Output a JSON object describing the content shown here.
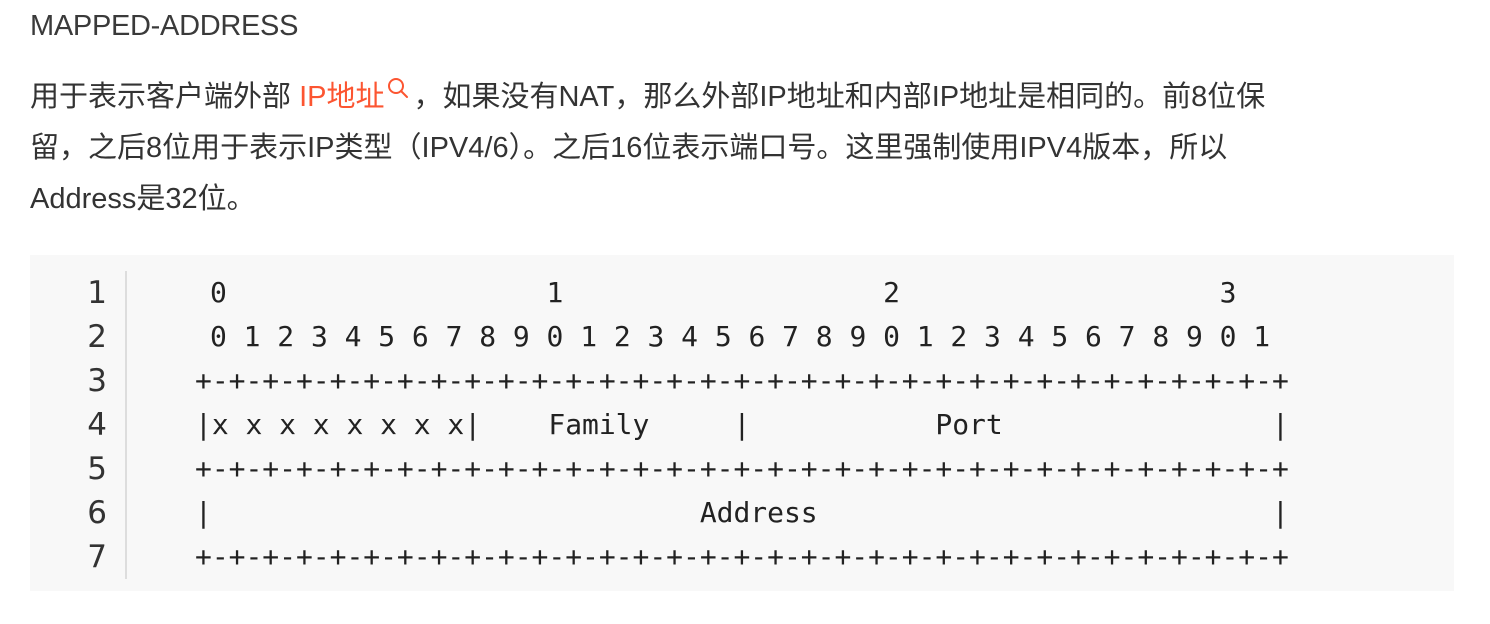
{
  "article": {
    "heading": "MAPPED-ADDRESS",
    "paragraph": {
      "before_link": "用于表示客户端外部 ",
      "link_text": "IP地址",
      "link_icon": "search-icon",
      "after_link_line1": "，如果没有NAT，那么外部IP地址和内部IP地址是相同的。前8位保",
      "line2": "留，之后8位用于表示IP类型（IPV4/6）。之后16位表示端口号。这里强制使用IPV4版本，所以",
      "line3": "Address是32位。"
    },
    "link_color": "#fc5531"
  },
  "code": {
    "line_numbers": [
      "1",
      "2",
      "3",
      "4",
      "5",
      "6",
      "7"
    ],
    "lines": [
      "0                   1                   2                   3",
      "0 1 2 3 4 5 6 7 8 9 0 1 2 3 4 5 6 7 8 9 0 1 2 3 4 5 6 7 8 9 0 1",
      "+-+-+-+-+-+-+-+-+-+-+-+-+-+-+-+-+-+-+-+-+-+-+-+-+-+-+-+-+-+-+-+-+",
      "|x x x x x x x x|    Family     |           Port                |",
      "+-+-+-+-+-+-+-+-+-+-+-+-+-+-+-+-+-+-+-+-+-+-+-+-+-+-+-+-+-+-+-+-+",
      "|                             Address                           |",
      "+-+-+-+-+-+-+-+-+-+-+-+-+-+-+-+-+-+-+-+-+-+-+-+-+-+-+-+-+-+-+-+-+"
    ],
    "background": "#f8f8f8"
  }
}
